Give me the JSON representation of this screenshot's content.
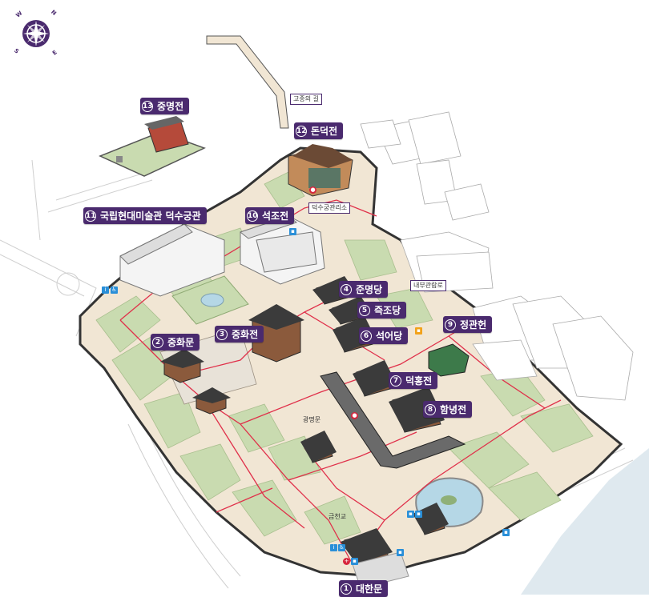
{
  "compass": {
    "n": "N",
    "s": "S",
    "e": "E",
    "w": "W"
  },
  "places": [
    {
      "num": "1",
      "name": "대한문"
    },
    {
      "num": "2",
      "name": "중화문"
    },
    {
      "num": "3",
      "name": "중화전"
    },
    {
      "num": "4",
      "name": "준명당"
    },
    {
      "num": "5",
      "name": "즉조당"
    },
    {
      "num": "6",
      "name": "석어당"
    },
    {
      "num": "7",
      "name": "덕홍전"
    },
    {
      "num": "8",
      "name": "함녕전"
    },
    {
      "num": "9",
      "name": "정관헌"
    },
    {
      "num": "10",
      "name": "석조전"
    },
    {
      "num": "11",
      "name": "국립현대미술관 덕수궁관"
    },
    {
      "num": "12",
      "name": "돈덕전"
    },
    {
      "num": "13",
      "name": "중명전"
    }
  ],
  "minor_labels": {
    "path": "고종의 길",
    "office": "덕수궁관리소",
    "road": "내부관람로",
    "gate": "광명문",
    "bridge": "금천교"
  },
  "colors": {
    "label_bg": "#4a2a6e",
    "route": "#e0304a",
    "grass": "#c9dbb0",
    "ground": "#f1e6d4",
    "wall": "#3a3a3a"
  }
}
